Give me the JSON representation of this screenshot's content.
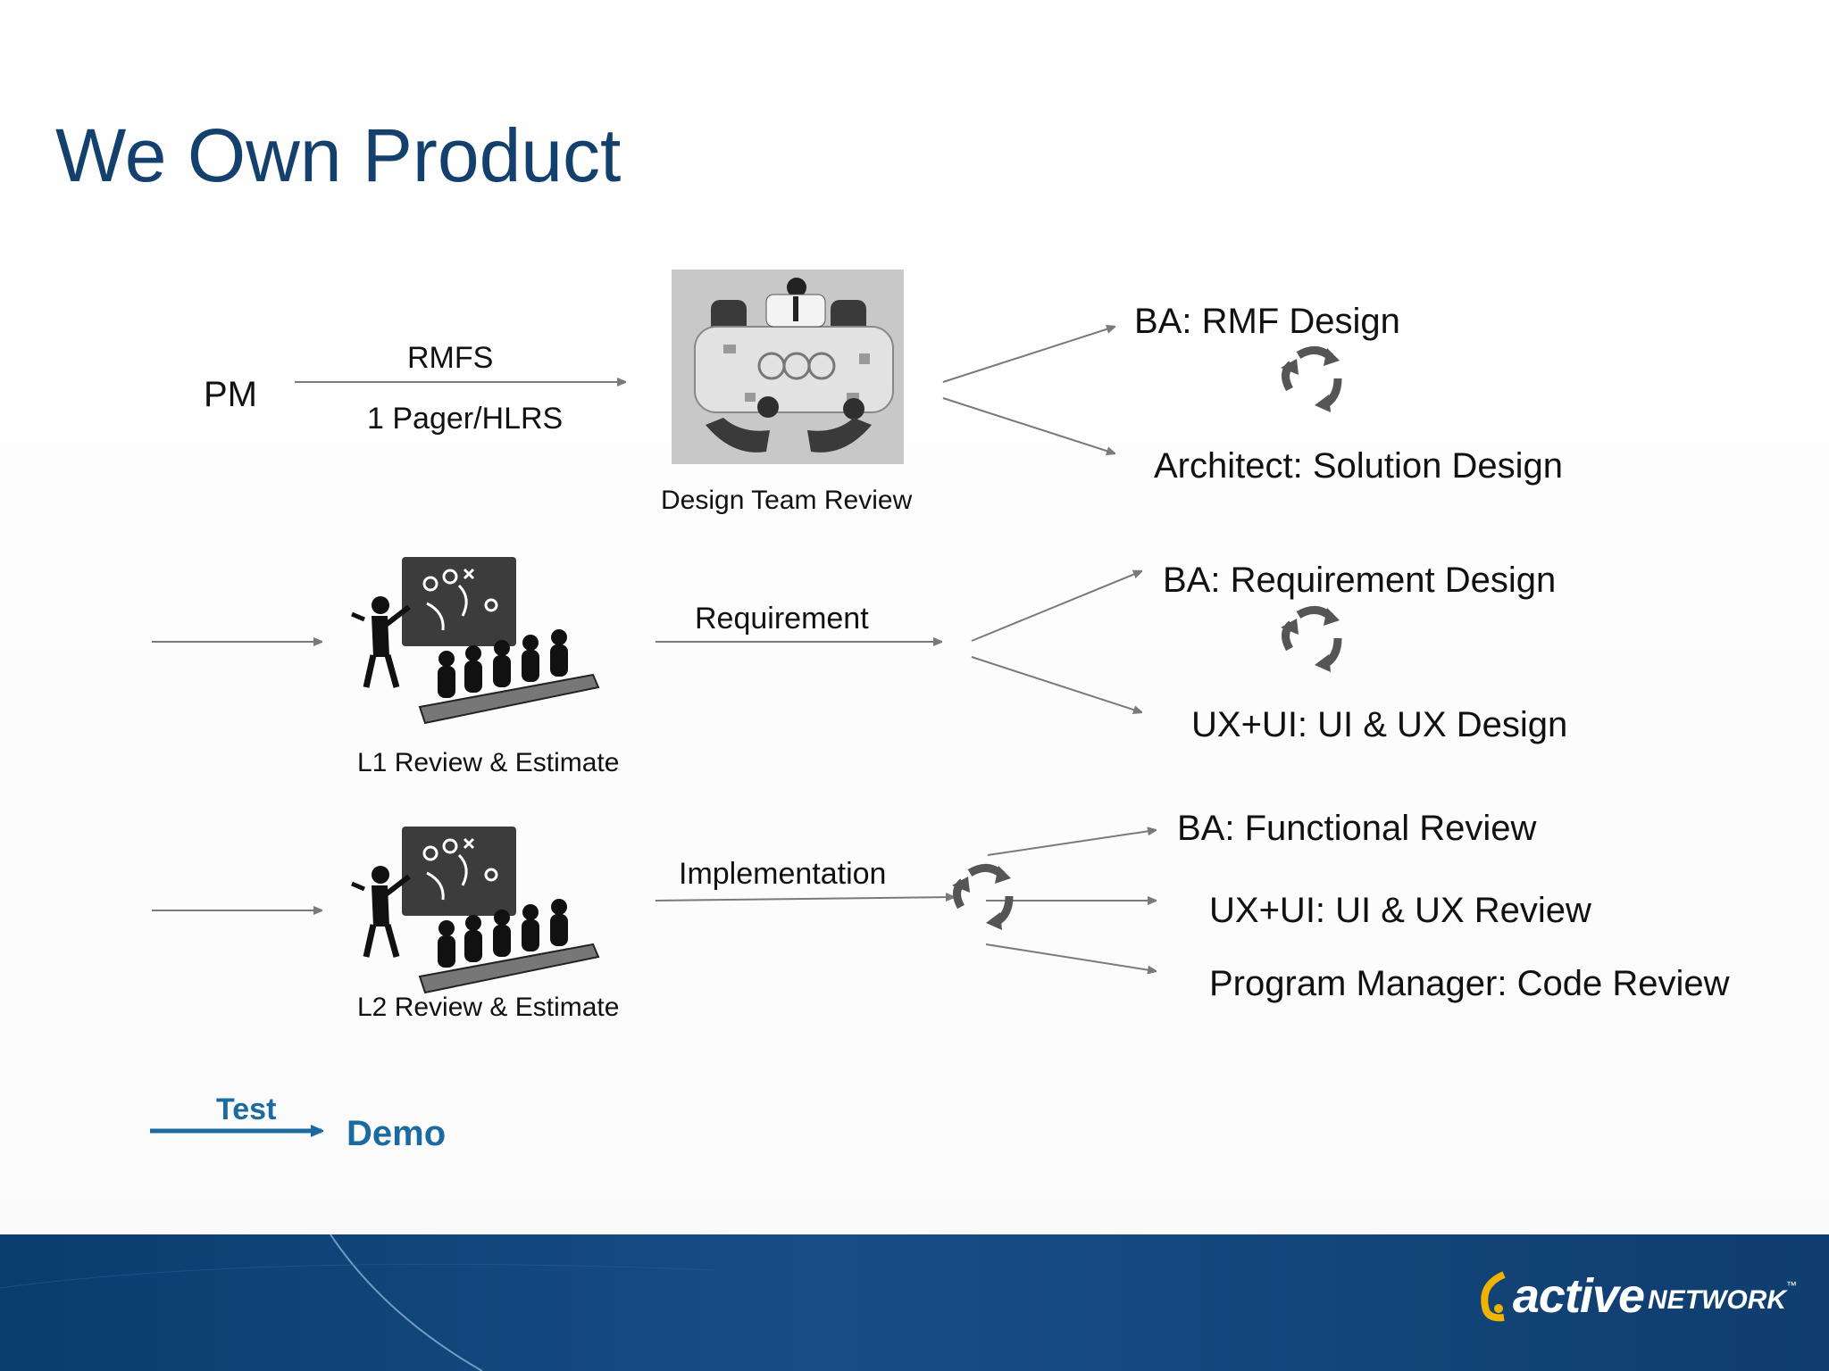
{
  "slide": {
    "title": "We Own Product"
  },
  "row1": {
    "source": "PM",
    "arrow_top": "RMFS",
    "arrow_bottom": "1 Pager/HLRS",
    "picture_caption": "Design Team Review",
    "output_top": "BA: RMF Design",
    "output_bottom": "Architect: Solution Design"
  },
  "row2": {
    "picture_caption": "L1 Review & Estimate",
    "arrow_label": "Requirement",
    "output_top": "BA: Requirement Design",
    "output_bottom": "UX+UI: UI & UX Design"
  },
  "row3": {
    "picture_caption": "L2 Review & Estimate",
    "arrow_label": "Implementation",
    "output_1": "BA: Functional Review",
    "output_2": "UX+UI: UI & UX Review",
    "output_3": "Program Manager: Code Review"
  },
  "final": {
    "arrow_label": "Test",
    "target": "Demo"
  },
  "footer": {
    "logo_active": "active",
    "logo_network": "NETWORK",
    "logo_tm": "™"
  },
  "colors": {
    "title": "#14406e",
    "accent_blue": "#1b6aa0",
    "arrow_gray": "#7a7a7a",
    "footer": "#174e86",
    "logo_swoosh": "#f0b400"
  }
}
